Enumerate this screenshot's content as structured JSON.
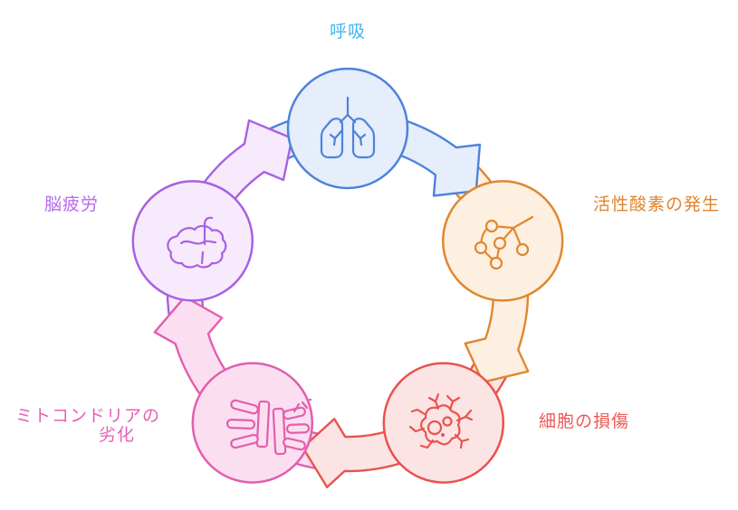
{
  "diagram": {
    "type": "cycle",
    "background": "#ffffff",
    "nodes": [
      {
        "id": "breathing",
        "label": "呼吸",
        "icon": "lungs-icon",
        "colors": {
          "circle_fill": "#e6edfb",
          "circle_stroke": "#4d82dd",
          "label": "#3eb5f4"
        }
      },
      {
        "id": "reactive-oxygen",
        "label": "活性酸素の発生",
        "icon": "molecule-icon",
        "colors": {
          "circle_fill": "#fdf0e1",
          "circle_stroke": "#e0872f",
          "label": "#df8530"
        }
      },
      {
        "id": "cell-damage",
        "label": "細胞の損傷",
        "icon": "damaged-cell-icon",
        "colors": {
          "circle_fill": "#fce4e4",
          "circle_stroke": "#e8534f",
          "label": "#ee5a55"
        }
      },
      {
        "id": "mitochondria-degradation",
        "label": "ミトコンドリアの劣化",
        "label_lines": [
          "ミトコンドリアの",
          "劣化"
        ],
        "icon": "broken-mitochondria-icon",
        "colors": {
          "circle_fill": "#fbdff1",
          "circle_stroke": "#e25fae",
          "label": "#e561b4"
        }
      },
      {
        "id": "brain-fatigue",
        "label": "脳疲労",
        "icon": "brain-icon",
        "colors": {
          "circle_fill": "#f6eafc",
          "circle_stroke": "#a960e2",
          "label": "#b868ec"
        }
      }
    ],
    "cycle_order": [
      "呼吸",
      "活性酸素の発生",
      "細胞の損傷",
      "ミトコンドリアの劣化",
      "脳疲労"
    ]
  }
}
